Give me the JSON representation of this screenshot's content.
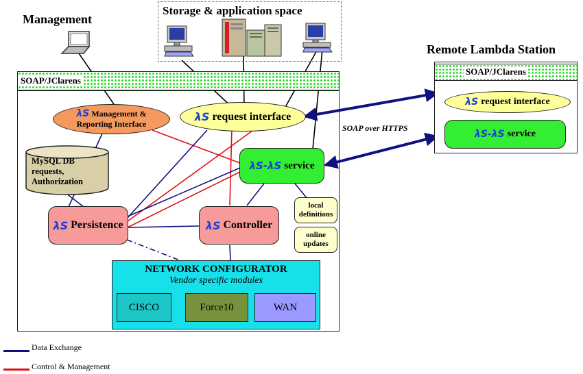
{
  "titles": {
    "management": "Management",
    "storage": "Storage & application space",
    "remote": "Remote Lambda Station"
  },
  "lambda_symbol": "λS",
  "soap_bar_local": "SOAP/JClarens",
  "soap_bar_remote": "SOAP/JClarens",
  "nodes": {
    "mgmt_reporting_l1": "Management &",
    "mgmt_reporting_l2": "Reporting Interface",
    "request_interface": "request interface",
    "ls_ls_service": "service",
    "ls_ls_prefix": "λS-λS",
    "mysql_l1": "MySQL DB",
    "mysql_l2": "requests,",
    "mysql_l3": "Authorization",
    "persistence": "Persistence",
    "controller": "Controller",
    "local_defs_l1": "local",
    "local_defs_l2": "definitions",
    "online_updates_l1": "online",
    "online_updates_l2": "updates"
  },
  "configurator": {
    "title": "NETWORK CONFIGURATOR",
    "subtitle": "Vendor specific modules",
    "modules": [
      "CISCO",
      "Force10",
      "WAN"
    ]
  },
  "remote": {
    "request_interface": "request interface",
    "ls_ls_prefix": "λS-λS",
    "service": "service"
  },
  "soap_over_https": "SOAP over HTTPS",
  "legend": {
    "data_exchange": "Data Exchange",
    "control_management": "Control & Management"
  },
  "colors": {
    "data_exchange": "#101080",
    "control": "#e01010",
    "soap_dots": "#2fe02f",
    "mgmt_interface": "#f59a5e",
    "request_interface": "#ffff99",
    "service": "#33ee33",
    "persistence": "#f79a9a",
    "mysql": "#d8cfa6",
    "configurator": "#18e0ea",
    "cisco": "#1ec7c7",
    "force10": "#76923c",
    "wan": "#9999ff",
    "small_notes": "#ffffcc"
  },
  "icons": [
    "laptop-icon",
    "desktop-computer-icon",
    "server-rack-icon",
    "desktop-computer-icon"
  ]
}
